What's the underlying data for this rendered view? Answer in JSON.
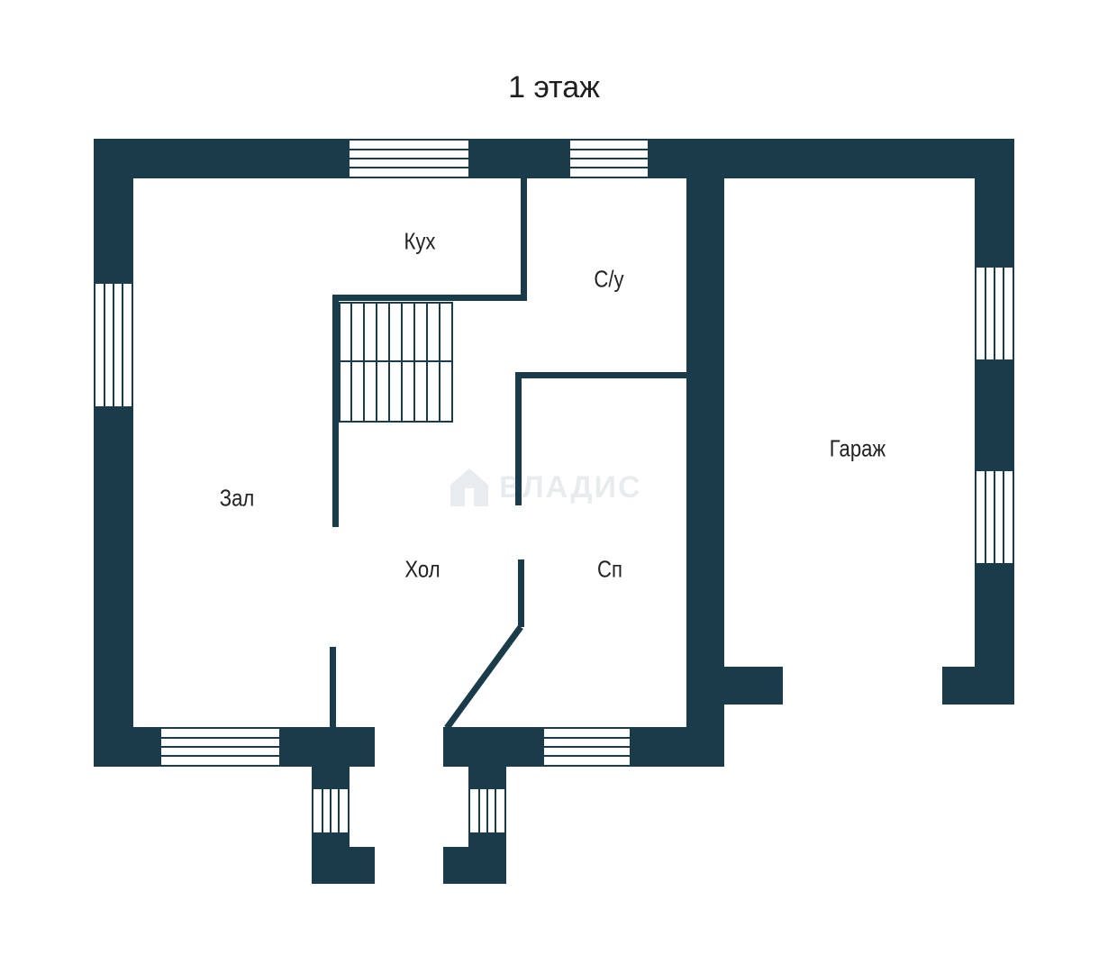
{
  "title": "1 этаж",
  "colors": {
    "wall": "#1a3c4a",
    "background": "#ffffff",
    "window": "#ffffff"
  },
  "rooms": {
    "kitchen": "Кух",
    "bathroom": "С/у",
    "hall": "Зал",
    "corridor": "Хол",
    "bedroom": "Сп",
    "garage": "Гараж"
  },
  "watermark": {
    "text": "ВЛАДИС",
    "icon": "house-logo-icon"
  }
}
